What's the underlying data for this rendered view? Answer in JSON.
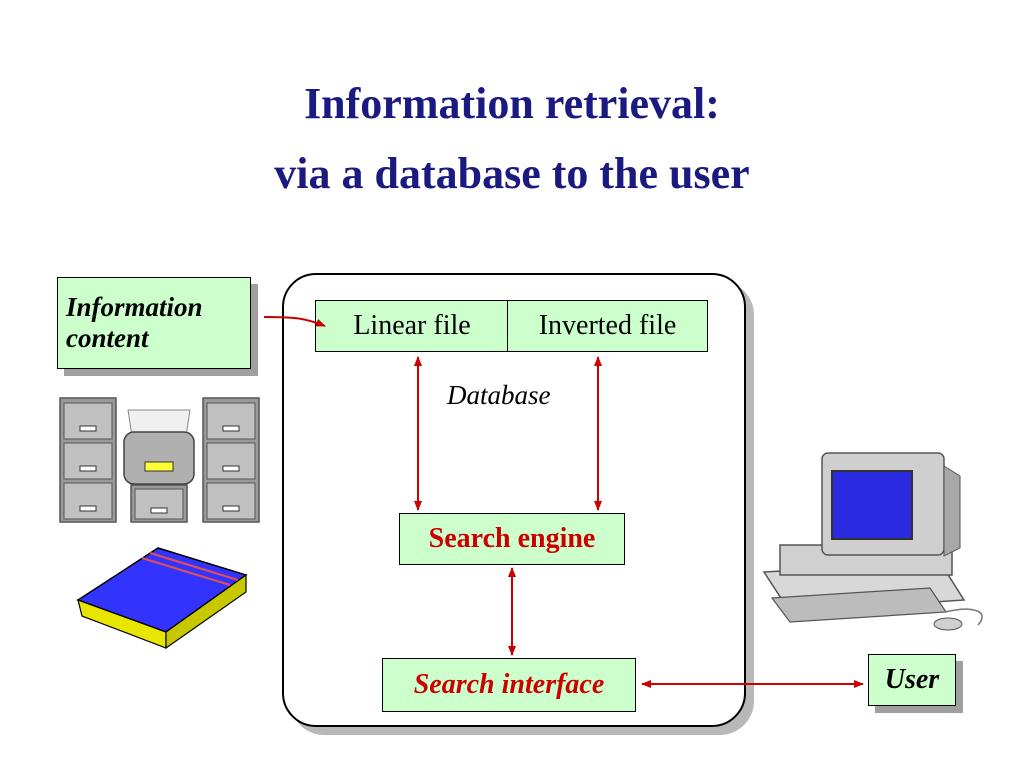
{
  "title": {
    "line1": "Information retrieval:",
    "line2": "via a database to the user"
  },
  "boxes": {
    "information_content": "Information content",
    "linear_file": "Linear file",
    "inverted_file": "Inverted file",
    "database_label": "Database",
    "search_engine": "Search engine",
    "search_interface": "Search interface",
    "user": "User"
  },
  "colors": {
    "title": "#1a1a80",
    "box_fill": "#ccffcc",
    "arrow": "#cc0000",
    "highlight_text": "#cc0000"
  },
  "icons": [
    "filing-cabinet-icon",
    "book-icon",
    "computer-icon"
  ]
}
